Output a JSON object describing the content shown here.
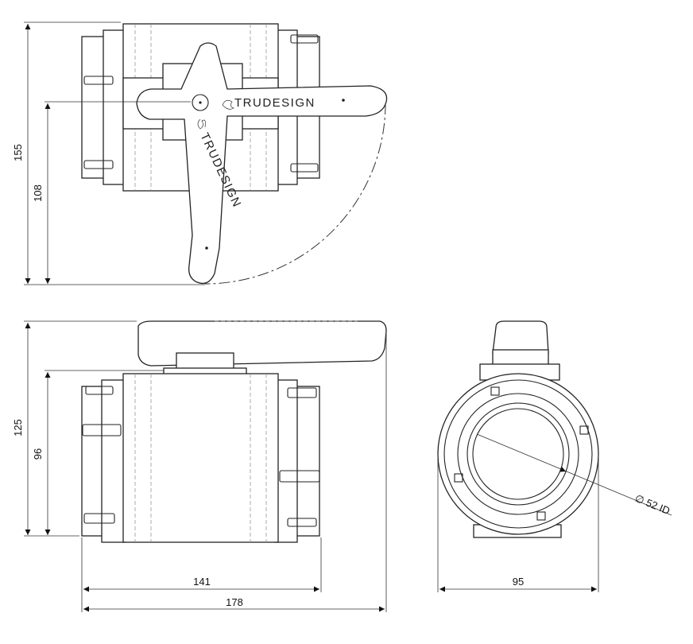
{
  "drawing": {
    "brand_text": "TRUDESIGN",
    "top_view": {
      "dim_overall_height": "155",
      "dim_center_height": "108"
    },
    "front_view": {
      "dim_overall_height": "125",
      "dim_body_height": "96",
      "dim_body_length": "141",
      "dim_overall_length": "178"
    },
    "side_view": {
      "dim_width": "95",
      "dim_bore": "∅ 52 ID"
    }
  }
}
